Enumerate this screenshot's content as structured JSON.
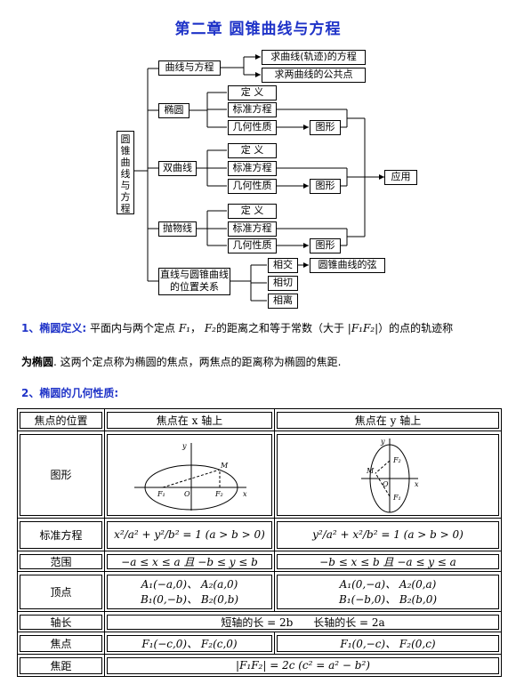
{
  "title": "第二章  圆锥曲线与方程",
  "diagram": {
    "root": "圆锥曲线与方程",
    "curve_eq": "曲线与方程",
    "curve_eq_sub": [
      "求曲线(轨迹)的方程",
      "求两曲线的公共点"
    ],
    "ellipse": "椭圆",
    "hyperbola": "双曲线",
    "parabola": "抛物线",
    "definition": "定  义",
    "standard_eq": "标准方程",
    "geo_props": "几何性质",
    "graph": "图形",
    "application": "应用",
    "line_conic": "直线与圆锥曲线的位置关系",
    "intersect": "相交",
    "tangent": "相切",
    "separate": "相离",
    "chord": "圆锥曲线的弦"
  },
  "section1": {
    "heading": "1、椭圆定义:",
    "text_a": "平面内与两个定点",
    "f1": "F₁",
    "sep": "，",
    "f2": "F₂",
    "text_b": "的距离之和等于常数（大于",
    "abs": "|F₁F₂|",
    "text_c": "）的点的轨迹称",
    "line2_bold": "为椭圆",
    "line2": ". 这两个定点称为椭圆的焦点，两焦点的距离称为椭圆的焦距."
  },
  "section2": {
    "heading": "2、椭圆的几何性质:"
  },
  "table": {
    "header": [
      "焦点的位置",
      "焦点在 x 轴上",
      "焦点在 y 轴上"
    ],
    "graph_label": "图形",
    "rows": [
      {
        "label": "标准方程",
        "x": "x²/a² + y²/b² = 1 (a > b > 0)",
        "y": "y²/a² + x²/b² = 1 (a > b > 0)"
      },
      {
        "label": "范围",
        "x": "−a ≤ x ≤ a 且 −b ≤ y ≤ b",
        "y": "−b ≤ x ≤ b 且 −a ≤ y ≤ a"
      },
      {
        "label": "顶点",
        "x1": "A₁(−a,0)、 A₂(a,0)",
        "x2": "B₁(0,−b)、 B₂(0,b)",
        "y1": "A₁(0,−a)、 A₂(0,a)",
        "y2": "B₁(−b,0)、 B₂(b,0)"
      },
      {
        "label": "轴长",
        "merged": "短轴的长 = 2b      长轴的长 = 2a"
      },
      {
        "label": "焦点",
        "x": "F₁(−c,0)、 F₂(c,0)",
        "y": "F₁(0,−c)、 F₂(0,c)"
      },
      {
        "label": "焦距",
        "merged": "|F₁F₂| = 2c (c² = a² − b²)"
      }
    ],
    "fig_x_labels": [
      "y",
      "M",
      "F₁",
      "O",
      "F₂",
      "x"
    ],
    "fig_y_labels": [
      "y",
      "F₂",
      "M",
      "O",
      "x",
      "F₁"
    ]
  }
}
